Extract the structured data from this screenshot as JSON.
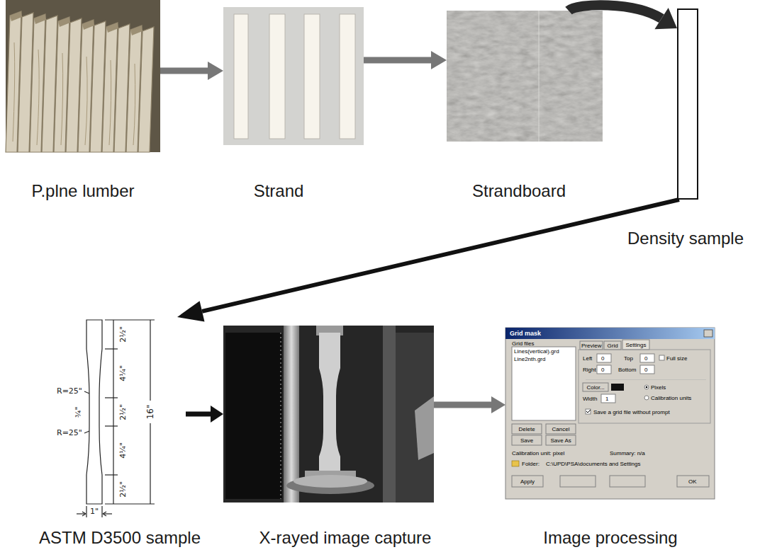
{
  "diagram": {
    "nodes": [
      {
        "text": [
          "P.plne lumber"
        ]
      },
      {
        "text": [
          "Strand"
        ]
      },
      {
        "text": [
          "Strandboard"
        ]
      },
      {
        "text": [
          "Density sample"
        ]
      },
      {
        "text": [
          "ASTM D3500 sample"
        ]
      },
      {
        "text": [
          "X-rayed image capture"
        ]
      },
      {
        "text": [
          "Image processing"
        ]
      }
    ],
    "edges": [
      {
        "from": 0,
        "to": 1,
        "arrow": "to"
      },
      {
        "from": 1,
        "to": 2,
        "arrow": "to"
      },
      {
        "from": 2,
        "to": 3,
        "arrow": "to"
      },
      {
        "from": 3,
        "to": 4,
        "arrow": "to"
      },
      {
        "from": 4,
        "to": 5,
        "arrow": "to"
      },
      {
        "from": 5,
        "to": 6,
        "arrow": "to"
      }
    ],
    "labels": [
      "R=25\"",
      "¾\"",
      "R=25\"",
      "2½\"",
      "4¼\"",
      "2½\"",
      "4¼\"",
      "2½\"",
      "16\"",
      "1\"",
      "Grid mask",
      "Grid files",
      "Lines(vertical).grd",
      "Line2nth.grd",
      "Delete",
      "Cancel",
      "Save",
      "Save As",
      "Preview",
      "Grid",
      "Settings",
      "Left",
      "0",
      "Top",
      "0",
      "Full size",
      "Right",
      "0",
      "Bottom",
      "0",
      "Color...",
      "Width",
      "1",
      "Pixels",
      "Calibration units",
      "Save a grid file without prompt",
      "Calibration unit: pixel",
      "Summary: n/a",
      "Folder:",
      "C:\\UPD\\PSA\\documents and Settings",
      "Apply",
      "OK"
    ]
  }
}
